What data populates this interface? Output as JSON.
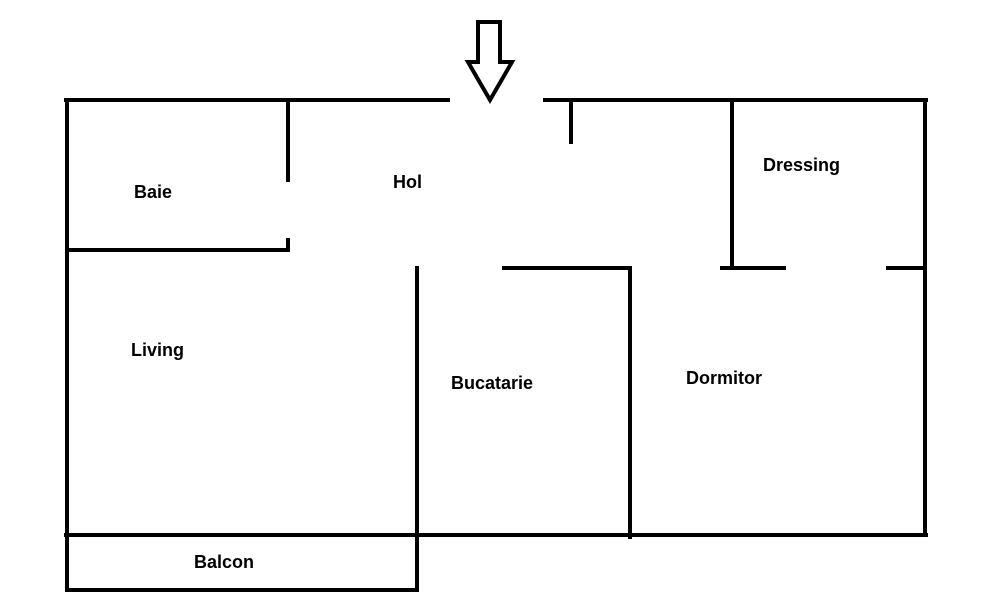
{
  "rooms": {
    "baie": "Baie",
    "hol": "Hol",
    "dressing": "Dressing",
    "living": "Living",
    "bucatarie": "Bucatarie",
    "dormitor": "Dormitor",
    "balcon": "Balcon"
  },
  "entrance": {
    "icon": "down-arrow-icon"
  }
}
